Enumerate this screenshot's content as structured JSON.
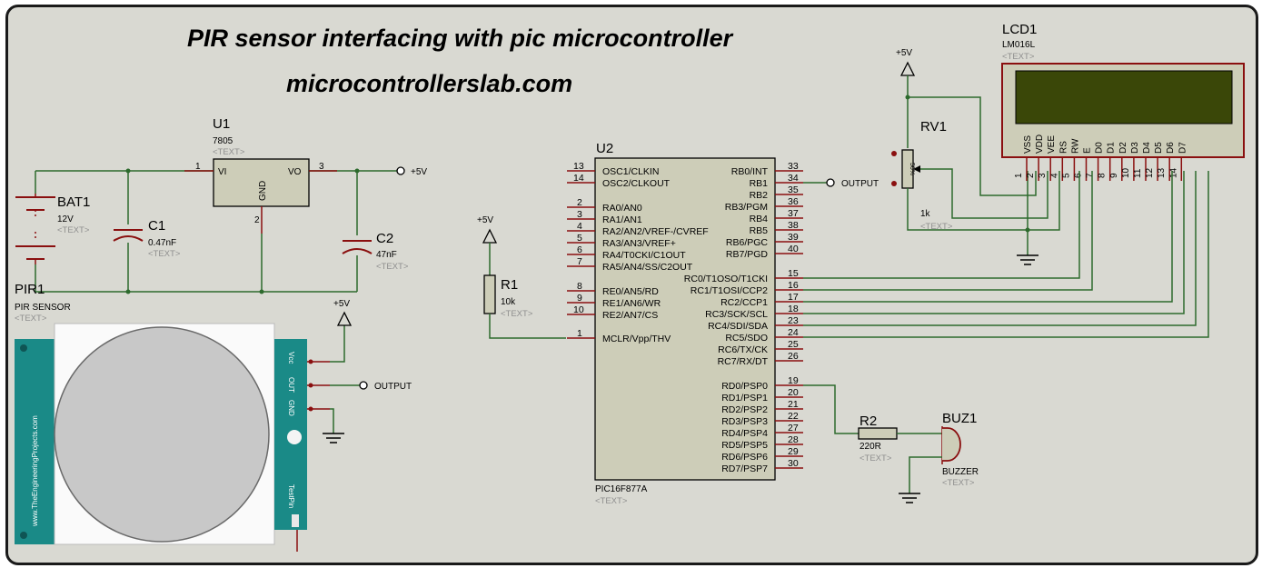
{
  "title_line1": "PIR sensor interfacing with pic microcontroller",
  "title_line2": "microcontrollerslab.com",
  "text_placeholder": "<TEXT>",
  "plus5v": "+5V",
  "output_label": "OUTPUT",
  "u1": {
    "ref": "U1",
    "part": "7805",
    "vi": "VI",
    "vo": "VO",
    "gnd": "GND",
    "pin1": "1",
    "pin2": "2",
    "pin3": "3"
  },
  "bat1": {
    "ref": "BAT1",
    "value": "12V"
  },
  "c1": {
    "ref": "C1",
    "value": "0.47nF"
  },
  "c2": {
    "ref": "C2",
    "value": "47nF"
  },
  "pir": {
    "ref": "PIR1",
    "part": "PIR SENSOR",
    "site": "www.TheEngineeringProjects.com",
    "vcc": "Vcc",
    "out": "OUT",
    "gnd": "GND",
    "test": "TestPin"
  },
  "r1": {
    "ref": "R1",
    "value": "10k"
  },
  "r2": {
    "ref": "R2",
    "value": "220R"
  },
  "buz1": {
    "ref": "BUZ1",
    "part": "BUZZER"
  },
  "rv1": {
    "ref": "RV1",
    "value": "1k",
    "body": "50%"
  },
  "lcd1": {
    "ref": "LCD1",
    "part": "LM016L",
    "pins": [
      {
        "name": "VSS",
        "num": "1"
      },
      {
        "name": "VDD",
        "num": "2"
      },
      {
        "name": "VEE",
        "num": "3"
      },
      {
        "name": "RS",
        "num": "4"
      },
      {
        "name": "RW",
        "num": "5"
      },
      {
        "name": "E",
        "num": "6"
      },
      {
        "name": "D0",
        "num": "7"
      },
      {
        "name": "D1",
        "num": "8"
      },
      {
        "name": "D2",
        "num": "9"
      },
      {
        "name": "D3",
        "num": "10"
      },
      {
        "name": "D4",
        "num": "11"
      },
      {
        "name": "D5",
        "num": "12"
      },
      {
        "name": "D6",
        "num": "13"
      },
      {
        "name": "D7",
        "num": "14"
      }
    ]
  },
  "u2": {
    "ref": "U2",
    "part": "PIC16F877A",
    "left_pins": [
      {
        "num": "13",
        "name": "OSC1/CLKIN"
      },
      {
        "num": "14",
        "name": "OSC2/CLKOUT"
      },
      {
        "num": "2",
        "name": "RA0/AN0"
      },
      {
        "num": "3",
        "name": "RA1/AN1"
      },
      {
        "num": "4",
        "name": "RA2/AN2/VREF-/CVREF"
      },
      {
        "num": "5",
        "name": "RA3/AN3/VREF+"
      },
      {
        "num": "6",
        "name": "RA4/T0CKI/C1OUT"
      },
      {
        "num": "7",
        "name": "RA5/AN4/SS/C2OUT"
      },
      {
        "num": "8",
        "name": "RE0/AN5/RD"
      },
      {
        "num": "9",
        "name": "RE1/AN6/WR"
      },
      {
        "num": "10",
        "name": "RE2/AN7/CS"
      },
      {
        "num": "1",
        "name": "MCLR/Vpp/THV"
      }
    ],
    "right_pins": [
      {
        "num": "33",
        "name": "RB0/INT"
      },
      {
        "num": "34",
        "name": "RB1"
      },
      {
        "num": "35",
        "name": "RB2"
      },
      {
        "num": "36",
        "name": "RB3/PGM"
      },
      {
        "num": "37",
        "name": "RB4"
      },
      {
        "num": "38",
        "name": "RB5"
      },
      {
        "num": "39",
        "name": "RB6/PGC"
      },
      {
        "num": "40",
        "name": "RB7/PGD"
      },
      {
        "num": "15",
        "name": "RC0/T1OSO/T1CKI"
      },
      {
        "num": "16",
        "name": "RC1/T1OSI/CCP2"
      },
      {
        "num": "17",
        "name": "RC2/CCP1"
      },
      {
        "num": "18",
        "name": "RC3/SCK/SCL"
      },
      {
        "num": "23",
        "name": "RC4/SDI/SDA"
      },
      {
        "num": "24",
        "name": "RC5/SDO"
      },
      {
        "num": "25",
        "name": "RC6/TX/CK"
      },
      {
        "num": "26",
        "name": "RC7/RX/DT"
      },
      {
        "num": "19",
        "name": "RD0/PSP0"
      },
      {
        "num": "20",
        "name": "RD1/PSP1"
      },
      {
        "num": "21",
        "name": "RD2/PSP2"
      },
      {
        "num": "22",
        "name": "RD3/PSP3"
      },
      {
        "num": "27",
        "name": "RD4/PSP4"
      },
      {
        "num": "28",
        "name": "RD5/PSP5"
      },
      {
        "num": "29",
        "name": "RD6/PSP6"
      },
      {
        "num": "30",
        "name": "RD7/PSP7"
      }
    ]
  }
}
